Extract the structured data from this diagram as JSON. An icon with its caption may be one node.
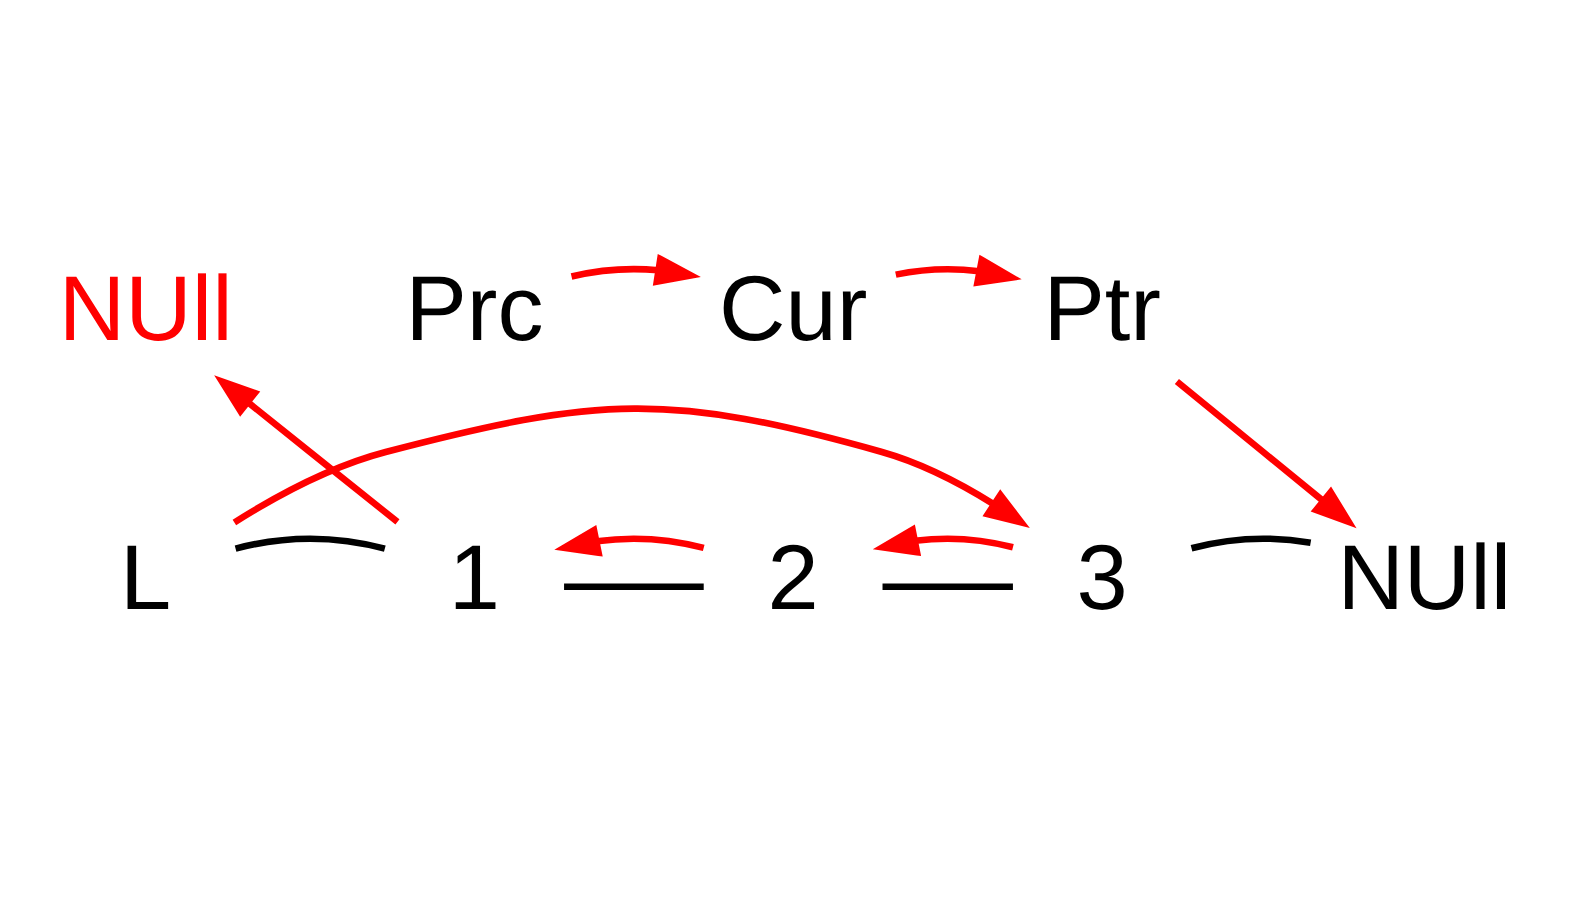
{
  "diagram": {
    "nodes": [
      {
        "text": [
          "NUll"
        ]
      },
      {
        "text": [
          "Prc"
        ]
      },
      {
        "text": [
          "Cur"
        ]
      },
      {
        "text": [
          "Ptr"
        ]
      },
      {
        "text": [
          "L"
        ]
      },
      {
        "text": [
          "1"
        ]
      },
      {
        "text": [
          "2"
        ]
      },
      {
        "text": [
          "3"
        ]
      },
      {
        "text": [
          "NUll"
        ]
      }
    ],
    "edges": [
      {
        "from": 4,
        "to": 5,
        "arrow": "none",
        "color": "#000000"
      },
      {
        "from": 5,
        "to": 6,
        "arrow": "none",
        "color": "#000000"
      },
      {
        "from": 6,
        "to": 7,
        "arrow": "none",
        "color": "#000000"
      },
      {
        "from": 7,
        "to": 8,
        "arrow": "none",
        "color": "#000000"
      },
      {
        "from": 5,
        "to": 0,
        "arrow": "to",
        "color": "#ff0000"
      },
      {
        "from": 1,
        "to": 2,
        "arrow": "to",
        "color": "#ff0000"
      },
      {
        "from": 2,
        "to": 3,
        "arrow": "to",
        "color": "#ff0000"
      },
      {
        "from": 3,
        "to": 8,
        "arrow": "to",
        "color": "#ff0000"
      },
      {
        "from": 6,
        "to": 5,
        "arrow": "to",
        "color": "#ff0000"
      },
      {
        "from": 7,
        "to": 6,
        "arrow": "to",
        "color": "#ff0000"
      },
      {
        "from": 4,
        "to": 7,
        "arrow": "to",
        "color": "#ff0000"
      }
    ]
  }
}
